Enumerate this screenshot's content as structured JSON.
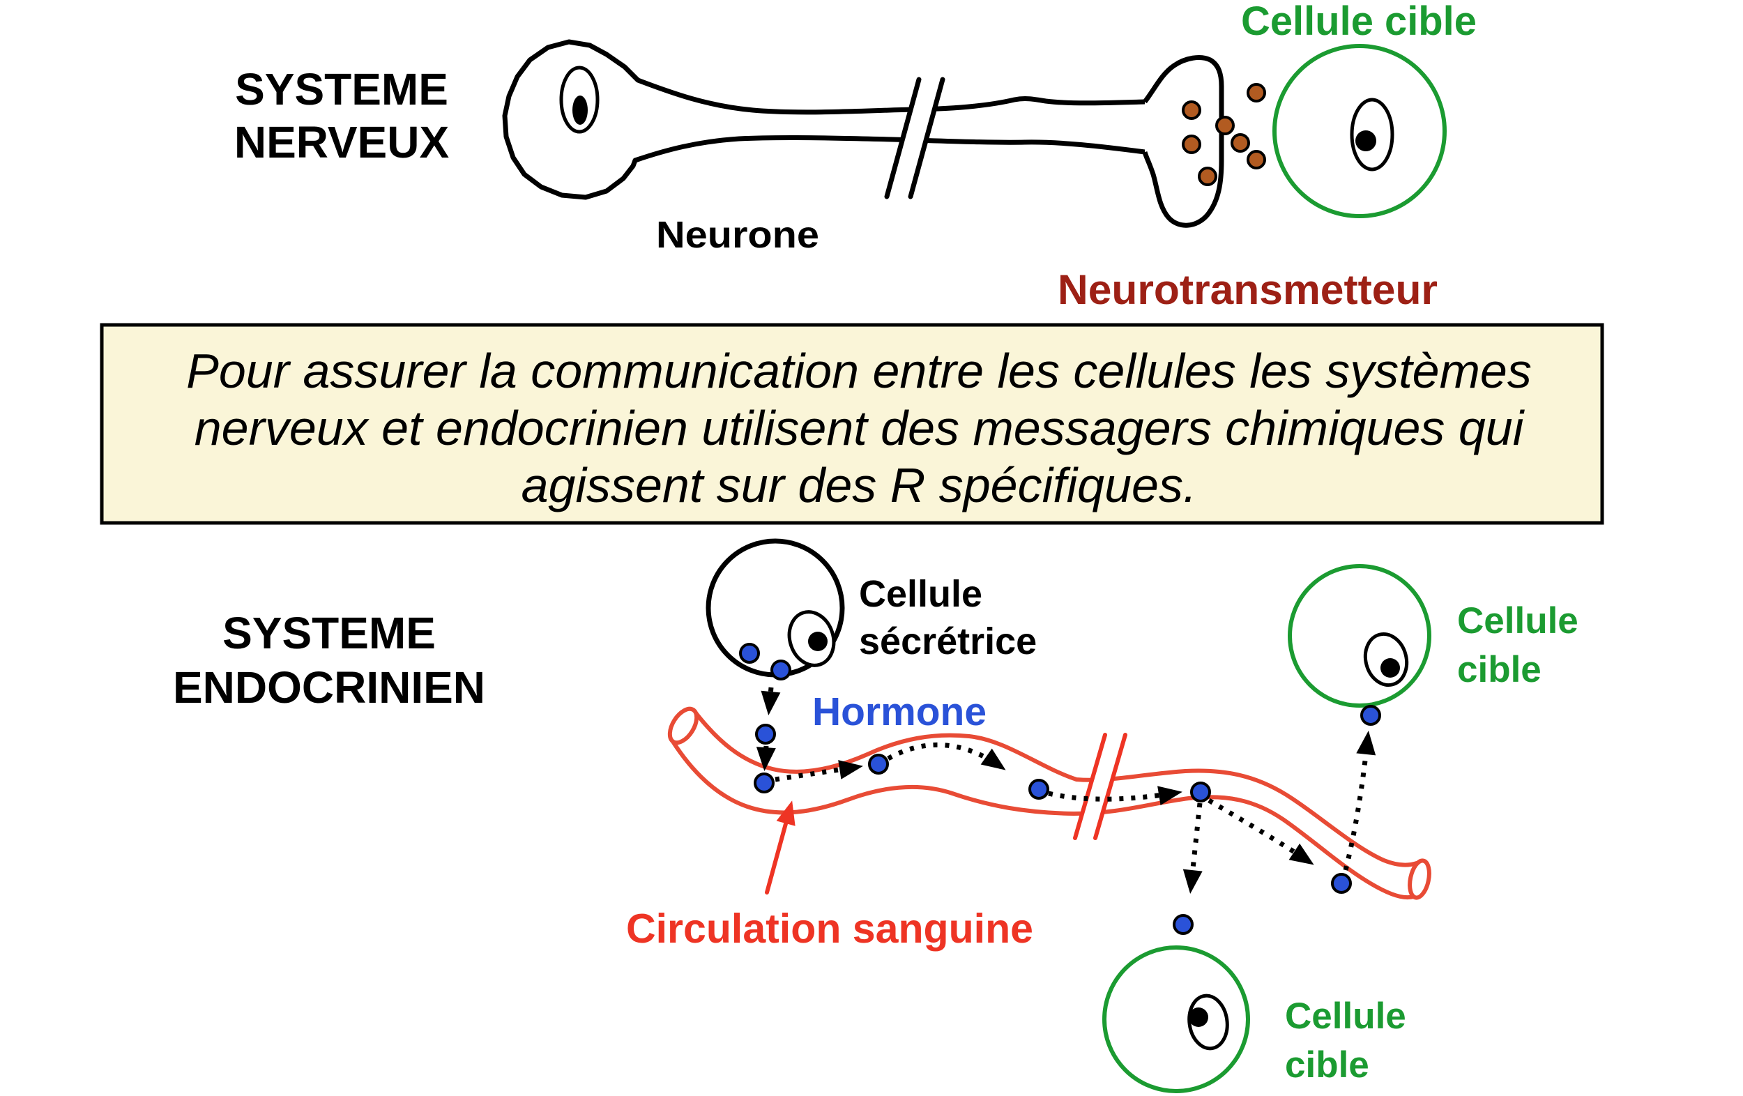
{
  "sections": {
    "nervous": {
      "title_line1": "SYSTEME",
      "title_line2": "NERVEUX",
      "neuron_label": "Neurone",
      "neurotransmitter_label": "Neurotransmetteur",
      "target_cell_label": "Cellule cible"
    },
    "infobox": {
      "line1": "Pour assurer la communication entre les cellules les systèmes",
      "line2": "nerveux et endocrinien utilisent des messagers chimiques qui",
      "line3": "agissent sur des R spécifiques."
    },
    "endocrine": {
      "title_line1": "SYSTEME",
      "title_line2": "ENDOCRINIEN",
      "secretory_cell_line1": "Cellule",
      "secretory_cell_line2": "sécrétrice",
      "hormone_label": "Hormone",
      "circulation_label": "Circulation sanguine",
      "target_cell_right_line1": "Cellule",
      "target_cell_right_line2": "cible",
      "target_cell_bottom_line1": "Cellule",
      "target_cell_bottom_line2": "cible"
    }
  },
  "colors": {
    "green": "#1b9b31",
    "vessel_red": "#e84b35",
    "accent_red": "#ee3424",
    "dark_red": "#9d2015",
    "hormone_blue": "#2a52d8",
    "neurotransmitter_brown": "#b25b21",
    "infobox_bg": "#faf5d8",
    "ink_black": "#000000"
  }
}
